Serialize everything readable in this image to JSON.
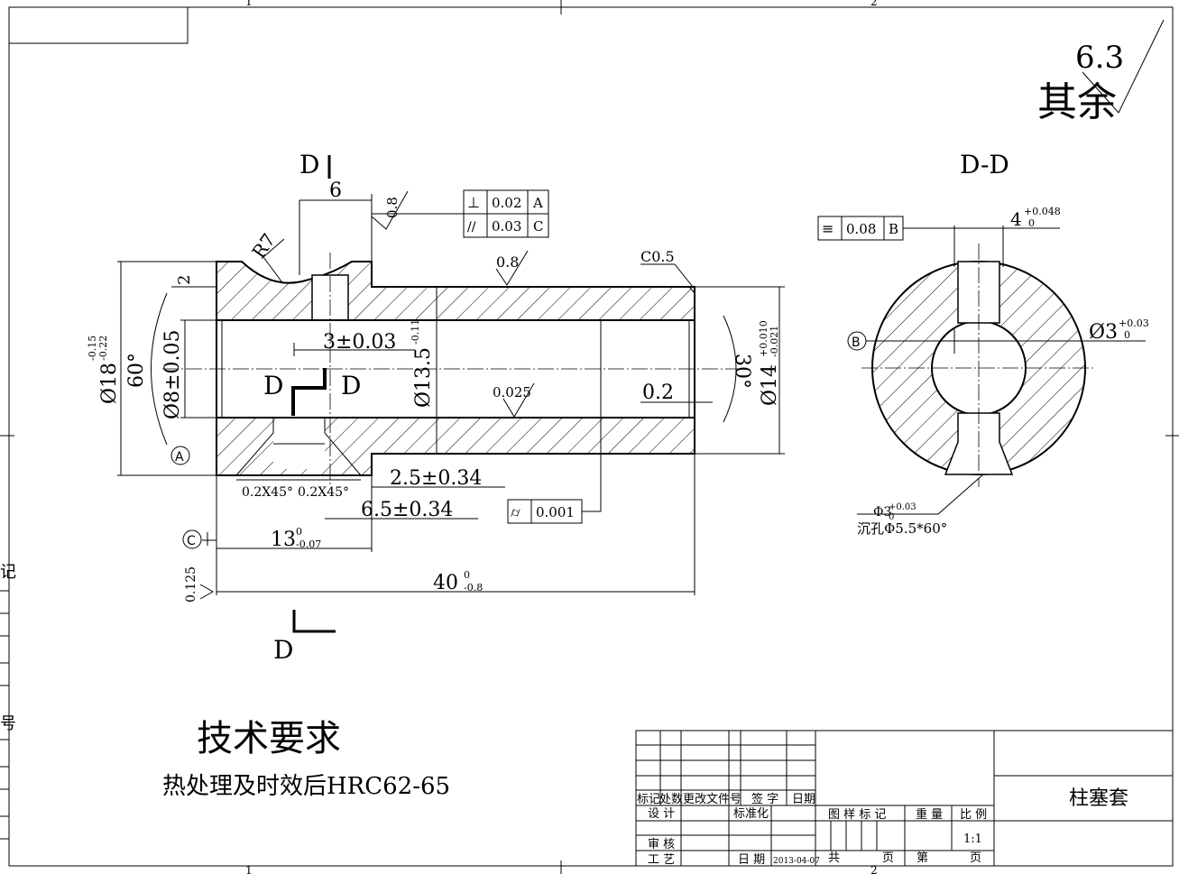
{
  "drawing": {
    "surface_finish_other_value": "6.3",
    "surface_finish_other_label": "其余",
    "section_label": "D-D",
    "cut_marks": [
      "D",
      "D",
      "D",
      "D"
    ],
    "section_marks": [
      "A",
      "B",
      "C"
    ],
    "dimensions": {
      "d6": "6",
      "r7": "R7",
      "d2": "2",
      "d18": "Ø18",
      "d18_tol_up": "-0.15",
      "d18_tol_lo": "-0.22",
      "ang60": "60°",
      "d8": "Ø8±0.05",
      "d3": "3±0.03",
      "d13_5": "Ø13.5",
      "d13_5_tol": "-0.11",
      "d0_025": "0.025",
      "d0_2": "0.2",
      "ang30": "30°",
      "d14": "Ø14",
      "d14_tol_up": "+0.010",
      "d14_tol_lo": "-0.021",
      "c0_5": "C0.5",
      "ra0_8_a": "0.8",
      "ra0_8_b": "0.8",
      "ch1": "0.2X45°",
      "ch2": "0.2X45°",
      "d2_5": "2.5±0.34",
      "d6_5": "6.5±0.34",
      "d13": "13",
      "d13_tol_up": "0",
      "d13_tol_lo": "-0.07",
      "d40": "40",
      "d40_tol_up": "0",
      "d40_tol_lo": "-0.8",
      "ra0_125": "0.125",
      "d4": "4",
      "d4_tol_up": "+0.048",
      "d4_tol_lo": "0",
      "d3b": "Ø3",
      "d3b_tol_up": "+0.03",
      "d3b_tol_lo": "0",
      "phi3": "Φ3",
      "phi3_tol_up": "+0.03",
      "phi3_tol_lo": "0",
      "countersink": "沉孔Φ5.5*60°"
    },
    "tolerance_frames": [
      {
        "symbol": "⊥",
        "value": "0.02",
        "datum": "A"
      },
      {
        "symbol": "//",
        "value": "0.03",
        "datum": "C"
      },
      {
        "symbol": "≡",
        "value": "0.08",
        "datum": "B"
      },
      {
        "symbol": "⌭",
        "value": "0.001",
        "datum": ""
      }
    ],
    "zone_labels": {
      "top1": "1",
      "top2": "2",
      "bottom1": "1",
      "bottom2": "2"
    },
    "side_labels": {
      "ji": "记",
      "hao": "号"
    }
  },
  "notes": {
    "heading": "技术要求",
    "line1": "热处理及时效后HRC62-65"
  },
  "title_block": {
    "part_name": "柱塞套",
    "hdr_mark": "标记",
    "hdr_count": "处数",
    "hdr_file": "更改文件号",
    "hdr_sign": "签 字",
    "hdr_date": "日期",
    "design": "设 计",
    "standardize": "标准化",
    "review": "审 核",
    "process": "工 艺",
    "date_label": "日 期",
    "date_value": "2013-04-07",
    "drawing_mark": "图 样 标 记",
    "weight": "重 量",
    "scale": "比 例",
    "scale_value": "1:1",
    "total": "共",
    "page": "页",
    "sheet": "第",
    "page2": "页"
  }
}
